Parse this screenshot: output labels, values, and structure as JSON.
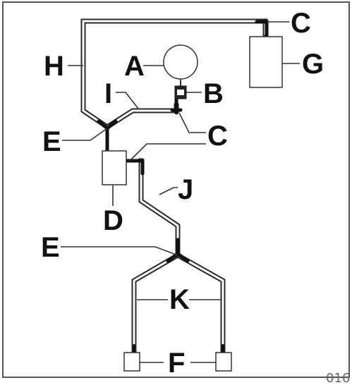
{
  "diagram": {
    "labels": {
      "a": "A",
      "b": "B",
      "c_top": "C",
      "c_mid": "C",
      "d": "D",
      "e_upper": "E",
      "e_lower": "E",
      "f": "F",
      "g": "G",
      "h": "H",
      "i": "I",
      "j": "J",
      "k": "K"
    },
    "page_number": "016"
  }
}
